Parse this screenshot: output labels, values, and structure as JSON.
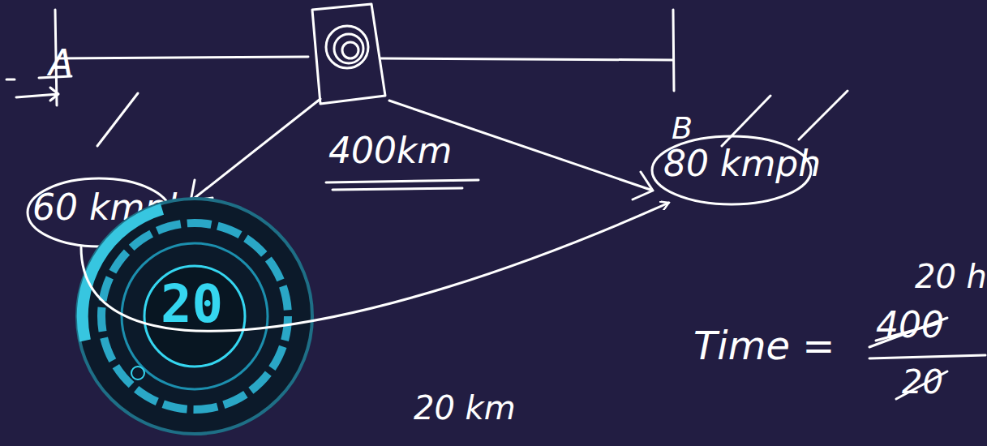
{
  "diagram": {
    "nodes": [
      {
        "text": [
          "A",
          "60 kmph"
        ]
      },
      {
        "text": [
          "B",
          "80 kmph"
        ]
      },
      {
        "text": [
          "20"
        ]
      }
    ],
    "edges": [
      {
        "from": 0,
        "to": 1,
        "arrow": "to",
        "label": "20 km"
      }
    ],
    "labels": [
      "400km",
      "Time =",
      "400",
      "20",
      "20 h"
    ]
  }
}
